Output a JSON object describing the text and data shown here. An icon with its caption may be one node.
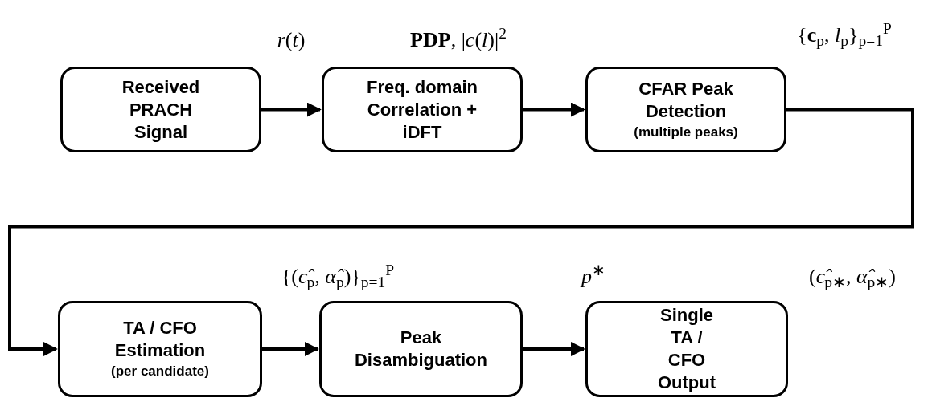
{
  "diagram": {
    "nodes": [
      {
        "text": [
          "Received PRACH Signal"
        ]
      },
      {
        "text": [
          "Freq. domain Correlation + iDFT"
        ]
      },
      {
        "text": [
          "CFAR Peak Detection",
          "(multiple peaks)"
        ]
      },
      {
        "text": [
          "TA / CFO Estimation",
          "(per candidate)"
        ]
      },
      {
        "text": [
          "Peak Disambiguation"
        ]
      },
      {
        "text": [
          "Single TA / CFO Output"
        ]
      }
    ],
    "edges": [
      {
        "from": 0,
        "to": 1,
        "arrow": "to",
        "label": "*r*(*t*)"
      },
      {
        "from": 1,
        "to": 2,
        "arrow": "to",
        "label": "**PDP**, |*c*(*l*)|$^{2}$"
      },
      {
        "from": 2,
        "to": 3,
        "arrow": "to",
        "label": "{**c**$_{p}$, *l*$_{p}$}$_{p=1}$$^{P}$"
      },
      {
        "from": 3,
        "to": 4,
        "arrow": "to",
        "label": "{(*ϵ̂*$_{p}$, *α̂*$_{p}$)}$_{p=1}$$^{P}$"
      },
      {
        "from": 4,
        "to": 5,
        "arrow": "to",
        "label": "*p*$^{∗}$"
      }
    ],
    "labels": [
      "(*ϵ̂*$_{p∗}$, *α̂*$_{p∗}$)"
    ]
  }
}
